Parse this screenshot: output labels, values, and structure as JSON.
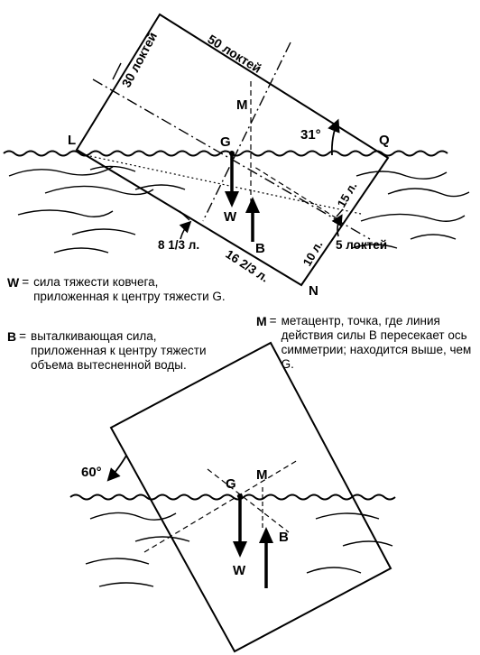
{
  "top_diagram": {
    "label_30_cubits": "30 локтей",
    "label_50_cubits": "50 локтей",
    "label_L": "L",
    "label_G": "G",
    "label_M": "M",
    "label_Q": "Q",
    "label_angle": "31°",
    "label_15": "15 л.",
    "label_W": "W",
    "label_B": "B",
    "label_8_1_3": "8 1/3 л.",
    "label_16_2_3": "16 2/3 л.",
    "label_10": "10 л.",
    "label_5_cubits": "5 локтей",
    "label_N": "N"
  },
  "legend": {
    "w_key": "W",
    "w_eq": "=",
    "w_text": "сила тяжести ковчега, приложенная к центру тяжести G.",
    "b_key": "B",
    "b_eq": "=",
    "b_text": "выталкивающая сила, приложенная к центру тяжести объема вытесненной воды.",
    "m_key": "M",
    "m_eq": "=",
    "m_text": "метацентр, точка, где линия действия силы B пересекает ось симметрии; находится выше, чем G."
  },
  "bottom_diagram": {
    "label_angle": "60°",
    "label_G": "G",
    "label_M": "M",
    "label_W": "W",
    "label_B": "B"
  }
}
